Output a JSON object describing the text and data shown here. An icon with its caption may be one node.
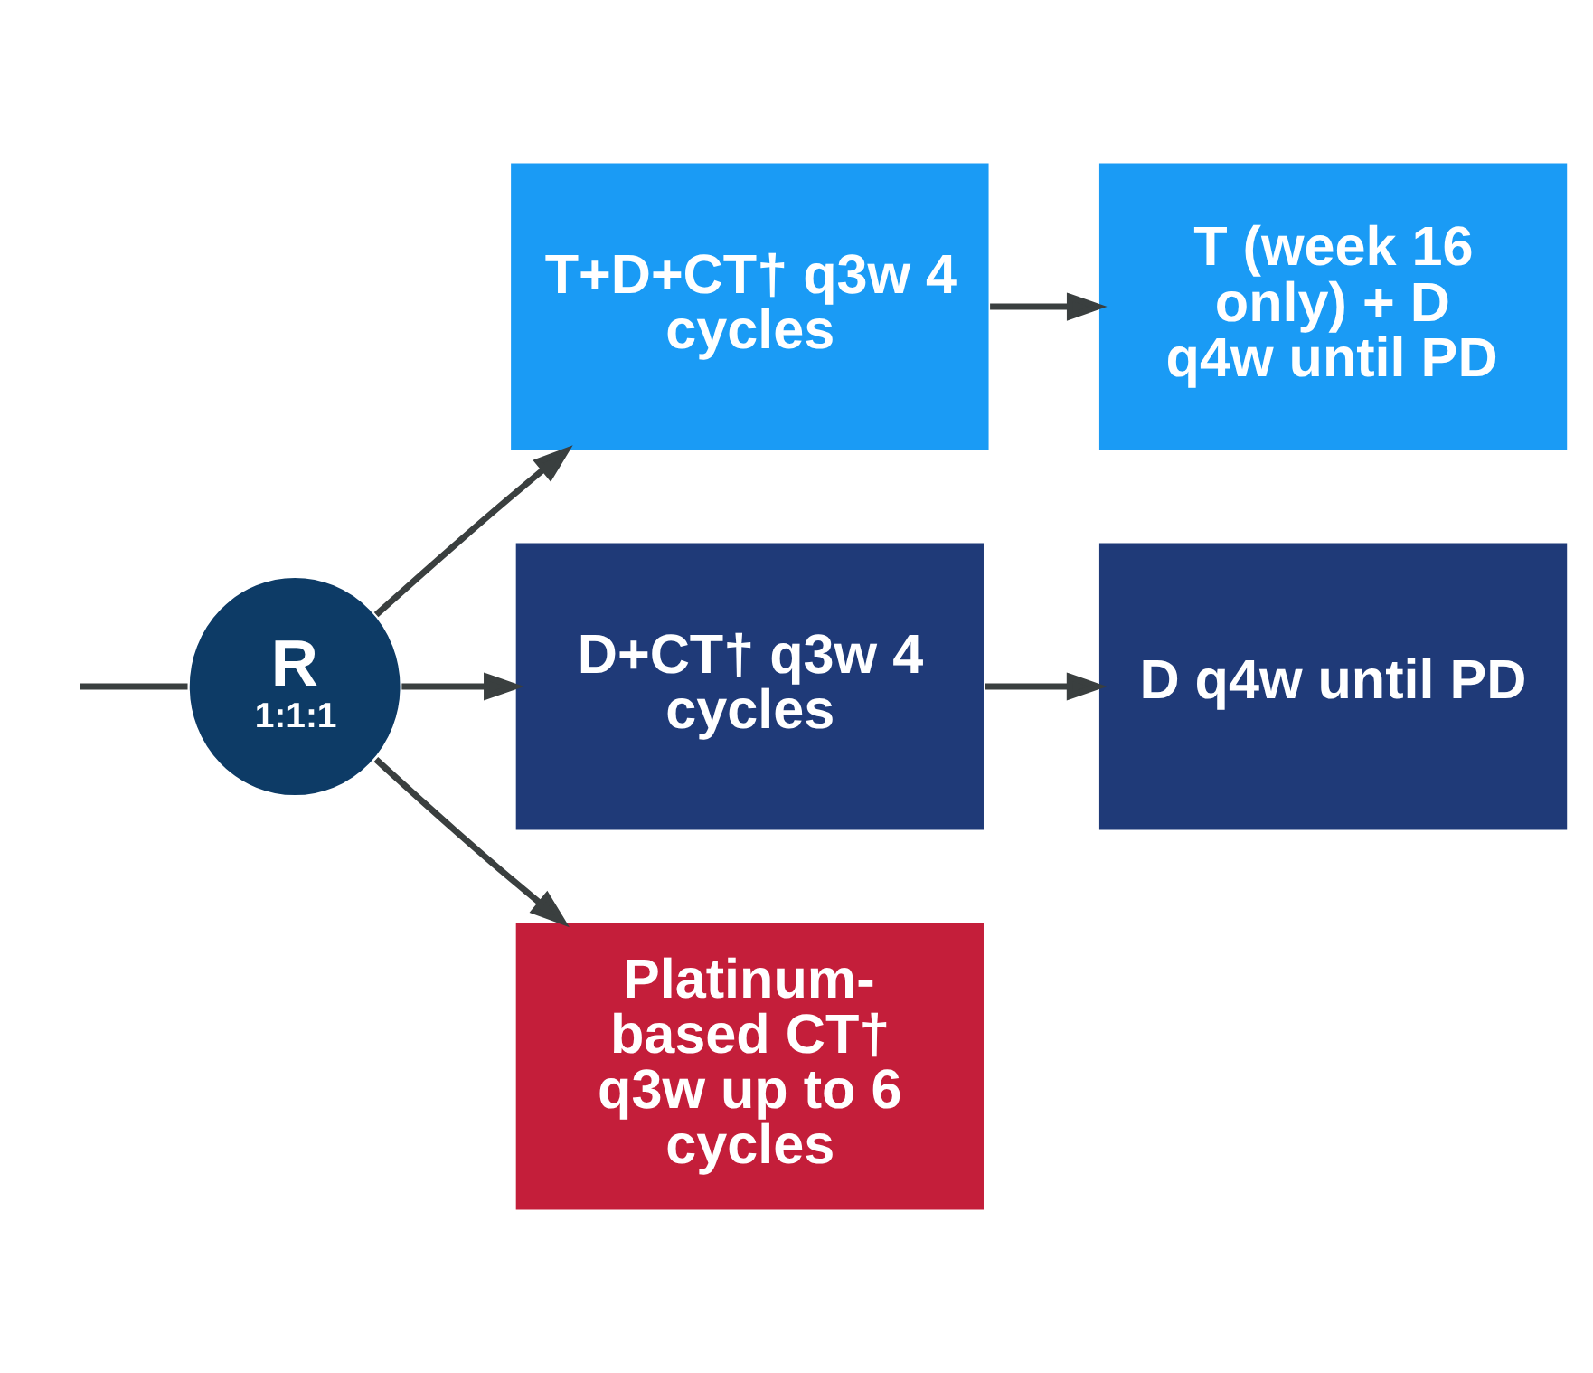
{
  "diagram": {
    "nodes": [
      {
        "text": [
          "R",
          "1:1:1"
        ]
      },
      {
        "text": [
          "T+D+CT† q3w 4 cycles"
        ]
      },
      {
        "text": [
          "T (week 16 only) + D q4w until PD"
        ]
      },
      {
        "text": [
          "D+CT† q3w 4 cycles"
        ]
      },
      {
        "text": [
          "D q4w until PD"
        ]
      },
      {
        "text": [
          "Platinum-based CT† q3w up to 6 cycles"
        ]
      }
    ],
    "edges": [
      {
        "from": null,
        "to": 0,
        "arrow": "none"
      },
      {
        "from": 0,
        "to": 1,
        "arrow": "to"
      },
      {
        "from": 0,
        "to": 3,
        "arrow": "to"
      },
      {
        "from": 0,
        "to": 5,
        "arrow": "to"
      },
      {
        "from": 1,
        "to": 2,
        "arrow": "to"
      },
      {
        "from": 3,
        "to": 4,
        "arrow": "to"
      }
    ]
  }
}
